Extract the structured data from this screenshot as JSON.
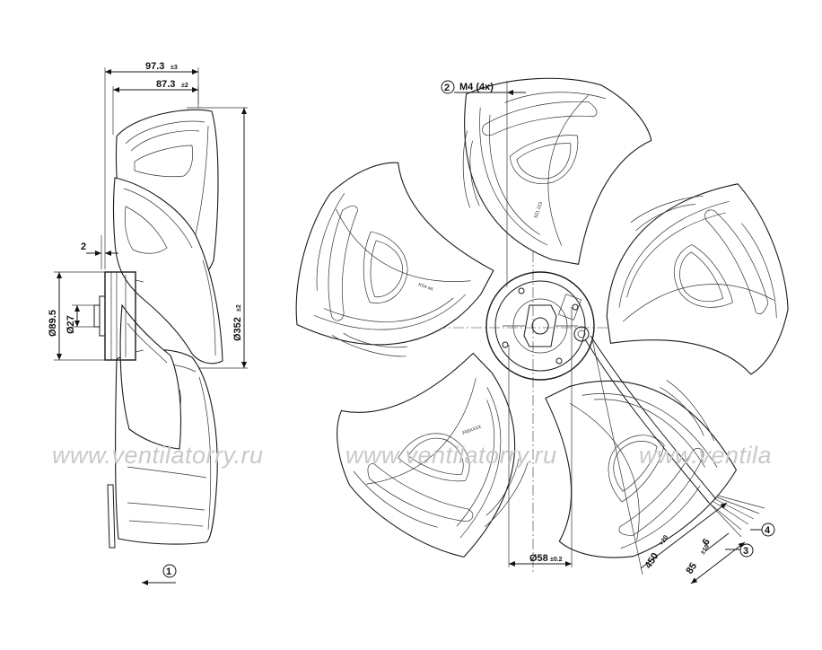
{
  "side_view": {
    "dim_overall_depth": "97.3",
    "dim_overall_depth_tol": "±3",
    "dim_blade_depth": "87.3",
    "dim_blade_depth_tol": "±2",
    "dim_flange": "2",
    "dim_motor_dia": "Ø89.5",
    "dim_shaft_dia": "Ø27",
    "dim_fan_dia": "Ø352",
    "dim_fan_dia_tol": "±2",
    "view_ref": "1"
  },
  "front_view": {
    "mount_ref": "2",
    "mount_label": "M4 (4x)",
    "dim_bolt_circle": "Ø58",
    "dim_bolt_circle_tol": "±0.2",
    "dim_cable_length": "450",
    "dim_cable_length_tol": "+20",
    "dim_strip_length": "85",
    "dim_strip_length_tol": "±10",
    "dim_wire_end": "6",
    "cable_ref": "3",
    "wire_ref": "4",
    "blade_mark_1": "6Z1 2Z3",
    "blade_mark_2": "KS4 4A",
    "blade_mark_3": "F00XXXX"
  },
  "watermark": {
    "text_1": "www.ventilatorry.ru",
    "text_2": "www.ventilatorry.ru",
    "text_3": "www.ventila"
  },
  "colors": {
    "line": "#1a1a1a",
    "watermark": "#c9c9c9",
    "background": "#ffffff"
  }
}
